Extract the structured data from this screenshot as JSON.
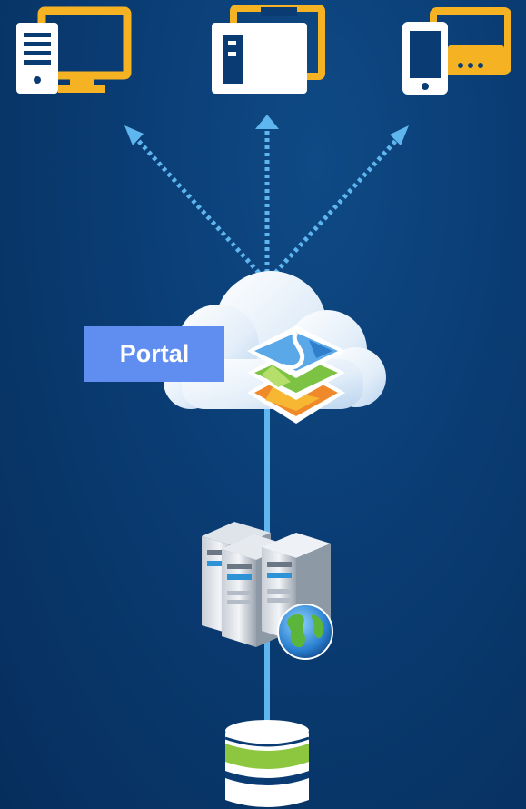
{
  "diagram": {
    "portal_label": "Portal",
    "nodes": [
      {
        "id": "desktop-client",
        "icon": "desktop-computer-icon"
      },
      {
        "id": "web-browser-client",
        "icon": "browser-window-icon"
      },
      {
        "id": "mobile-client",
        "icon": "mobile-phone-tablet-icon"
      },
      {
        "id": "portal-cloud",
        "icon": "cloud-map-layers-icon"
      },
      {
        "id": "gis-server",
        "icon": "server-globe-icon"
      },
      {
        "id": "database",
        "icon": "database-icon"
      }
    ],
    "connections": [
      {
        "from": "portal-cloud",
        "to": "desktop-client",
        "style": "dotted-arrow"
      },
      {
        "from": "portal-cloud",
        "to": "web-browser-client",
        "style": "dotted-arrow"
      },
      {
        "from": "portal-cloud",
        "to": "mobile-client",
        "style": "dotted-arrow"
      },
      {
        "from": "database",
        "to": "gis-server",
        "style": "solid-line"
      },
      {
        "from": "gis-server",
        "to": "portal-cloud",
        "style": "solid-line"
      }
    ],
    "colors": {
      "background": "#0a3c73",
      "accent_orange": "#f5b324",
      "connector_blue": "#5fb6ee",
      "label_blue": "#5f8ef0",
      "white": "#ffffff",
      "db_green": "#8dc63f"
    }
  }
}
